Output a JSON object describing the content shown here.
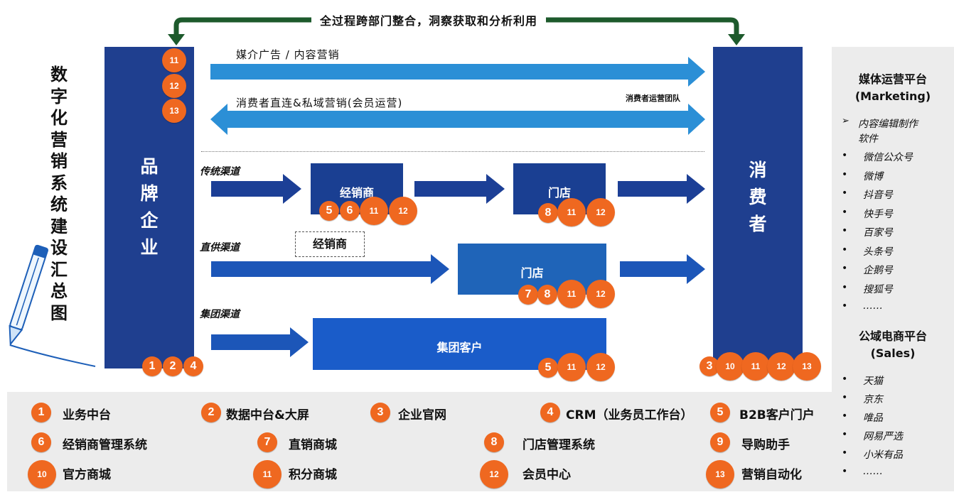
{
  "banner": "全过程跨部门整合，洞察获取和分析利用",
  "vertical_title": "数字化营销系统建设汇总图",
  "brand_pillar": "品牌企业",
  "consumer_pillar": "消费者",
  "top_flows": {
    "media": "媒介广告 / 内容营销",
    "dtc": "消费者直连&私域营销(会员运营)",
    "team": "消费者运营团队"
  },
  "channels": {
    "traditional": "传统渠道",
    "direct": "直供渠道",
    "group": "集团渠道"
  },
  "boxes": {
    "dealer": "经销商",
    "store": "门店",
    "dealer_dashed": "经销商",
    "store_direct": "门店",
    "group_customer": "集团客户"
  },
  "badges": {
    "brand_top": [
      "11",
      "12",
      "13"
    ],
    "brand_bottom": [
      "1",
      "2",
      "4"
    ],
    "dealer": [
      "5",
      "6",
      "11",
      "12"
    ],
    "store": [
      "8",
      "11",
      "12"
    ],
    "store_direct": [
      "7",
      "8",
      "11",
      "12"
    ],
    "group_customer": [
      "5",
      "11",
      "12"
    ],
    "consumer_bottom": [
      "3",
      "10",
      "11",
      "12",
      "13"
    ]
  },
  "legend": [
    {
      "num": "1",
      "label": "业务中台"
    },
    {
      "num": "2",
      "label": "数据中台&大屏"
    },
    {
      "num": "3",
      "label": "企业官网"
    },
    {
      "num": "4",
      "label": "CRM（业务员工作台）"
    },
    {
      "num": "5",
      "label": "B2B客户门户"
    },
    {
      "num": "6",
      "label": "经销商管理系统"
    },
    {
      "num": "7",
      "label": "直销商城"
    },
    {
      "num": "8",
      "label": "门店管理系统"
    },
    {
      "num": "9",
      "label": "导购助手"
    },
    {
      "num": "10",
      "label": "官方商城"
    },
    {
      "num": "11",
      "label": "积分商城"
    },
    {
      "num": "12",
      "label": "会员中心"
    },
    {
      "num": "13",
      "label": "营销自动化"
    }
  ],
  "right_panel": {
    "marketing_title": "媒体运营平台",
    "marketing_sub": "(Marketing)",
    "marketing_head_line1": "内容编辑制作",
    "marketing_head_line2": "软件",
    "marketing_items": [
      "微信公众号",
      "微博",
      "抖音号",
      "快手号",
      "百家号",
      "头条号",
      "企鹅号",
      "搜狐号",
      "……"
    ],
    "sales_title": "公域电商平台",
    "sales_sub": "(Sales)",
    "sales_items": [
      "天猫",
      "京东",
      "唯品",
      "网易严选",
      "小米有品",
      "……"
    ]
  },
  "colors": {
    "pillar": "#1f3f8f",
    "arrow_light": "#2b8fd6",
    "arrow_dark": "#1c3f96",
    "box_dark": "#1a3f92",
    "box_mid": "#1f64b8",
    "box_group": "#1a5cc9",
    "badge": "#ef6820",
    "green_arrow": "#1d5a2c"
  }
}
